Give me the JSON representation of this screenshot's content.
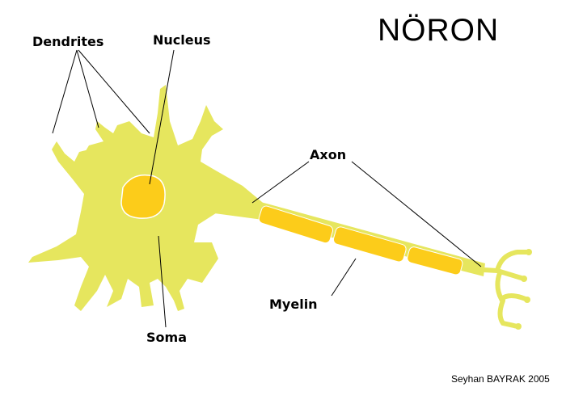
{
  "title": "NÖRON",
  "credit": "Seyhan BAYRAK 2005",
  "labels": {
    "dendrites": "Dendrites",
    "nucleus": "Nucleus",
    "axon": "Axon",
    "myelin": "Myelin",
    "soma": "Soma"
  },
  "colors": {
    "cell_body": "#e6e65e",
    "nucleus": "#fccc1a",
    "myelin": "#fccc1a",
    "pointer": "#000000"
  }
}
